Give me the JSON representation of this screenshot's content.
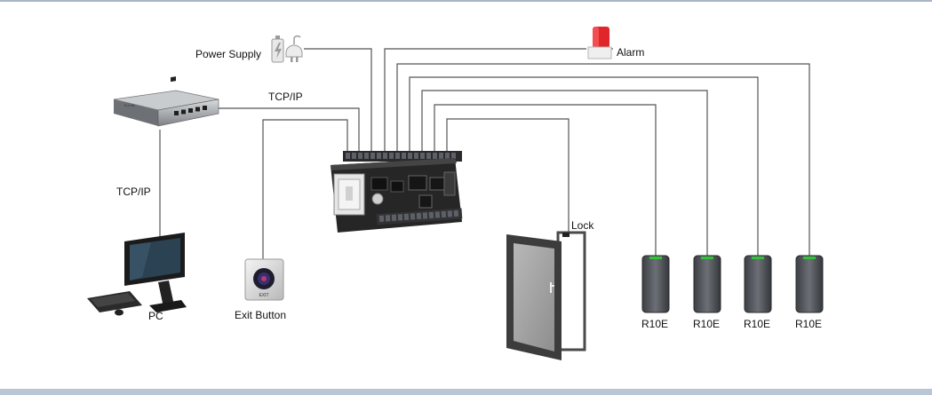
{
  "labels": {
    "power_supply": "Power Supply",
    "alarm": "Alarm",
    "tcpip_top": "TCP/IP",
    "tcpip_left": "TCP/IP",
    "pc": "PC",
    "exit_button": "Exit Button",
    "exit_plate_text": "EXIT",
    "lock": "Lock",
    "readers": [
      "R10E",
      "R10E",
      "R10E",
      "R10E"
    ]
  },
  "colors": {
    "wire": "#555555",
    "reader_led": "#31c23a",
    "alarm_red": "#e0262a",
    "frame": "#a8b6c6"
  },
  "icons": [
    "router-icon",
    "power-supply-icon",
    "alarm-siren-icon",
    "controller-board-icon",
    "pc-monitor-icon",
    "keyboard-icon",
    "mouse-icon",
    "exit-button-icon",
    "door-icon",
    "card-reader-icon"
  ]
}
